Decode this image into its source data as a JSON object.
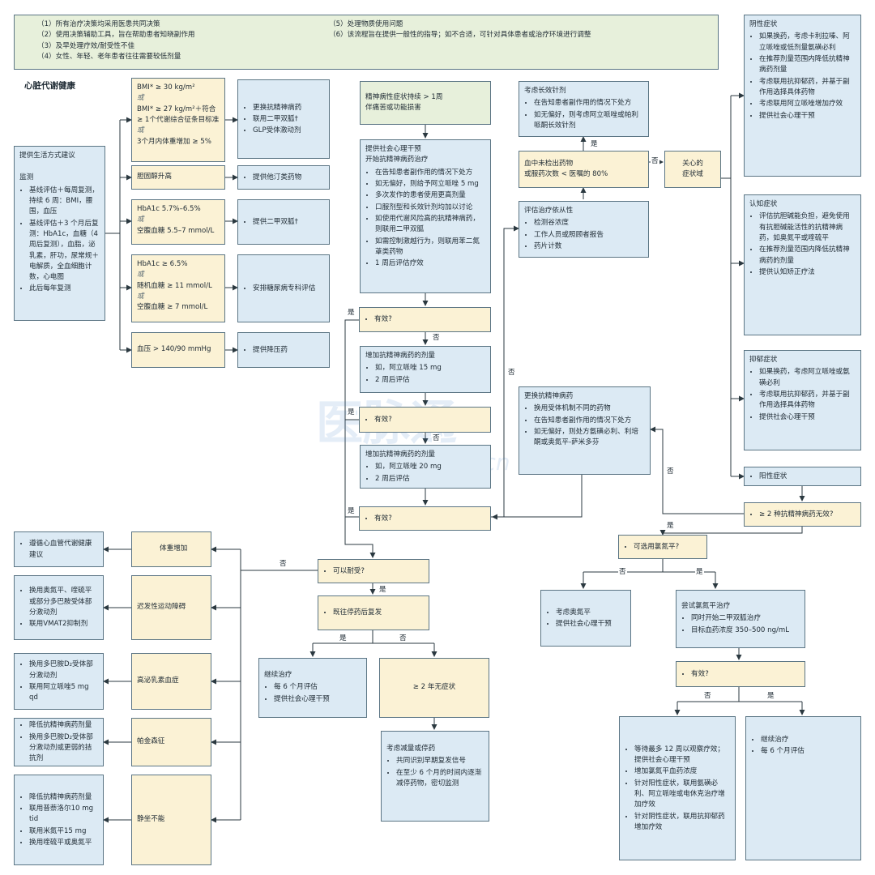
{
  "notes": {
    "left": [
      "（1）所有治疗决策均采用医患共同决策",
      "（2）使用决策辅助工具，旨在帮助患者知晓副作用",
      "（3）及早处理疗效/耐受性不佳",
      "（4）女性、年轻、老年患者往往需要较低剂量"
    ],
    "right": [
      "（5）处理物质使用问题",
      "（6）该流程旨在提供一般性的指导；如不合适，可针对具体患者或治疗环境进行调整"
    ]
  },
  "cardio": {
    "title": "心脏代谢健康",
    "lifestyle": {
      "head": "提供生活方式建议",
      "monitor": "监测",
      "items": [
        "基线评估＋每周复测，持续 6 周：BMI，腰围，血压",
        "基线评估＋3 个月后复测：HbA1c，血糖（4 周后复测），血脂，泌乳素，肝功，尿常规＋电解质，全血细胞计数，心电图",
        "此后每年复测"
      ]
    },
    "bmi": {
      "l1": "BMI* ≥ 30 kg/m²",
      "or": "或",
      "l2": "BMI* ≥ 27 kg/m²＋符合 ≥ 1个代谢综合征条目标准",
      "l3": "3个月内体重增加 ≥ 5%"
    },
    "bmi_action": [
      "更换抗精神病药",
      "联用二甲双胍†",
      "GLP受体激动剂"
    ],
    "chol": "胆固醇升高",
    "chol_action": "提供他汀类药物",
    "hba_mid": {
      "l1": "HbA1c 5.7%–6.5%",
      "or": "或",
      "l2": "空腹血糖 5.5–7 mmol/L"
    },
    "hba_mid_action": "提供二甲双胍†",
    "hba_high": {
      "l1": "HbA1c ≥ 6.5%",
      "or": "或",
      "l2": "随机血糖 ≥ 11 mmol/L",
      "l3": "空腹血糖 ≥ 7 mmol/L"
    },
    "hba_high_action": "安排糖尿病专科评估",
    "bp": "血压 > 140/90 mmHg",
    "bp_action": "提供降压药"
  },
  "main": {
    "start": [
      "精神病性症状持续 > 1周",
      "伴痛苦或功能损害"
    ],
    "init": {
      "h1": "提供社会心理干预",
      "h2": "开始抗精神病药治疗",
      "items": [
        "在告知患者副作用的情况下处方",
        "如无偏好，则给予阿立哌唑 5 mg",
        "多次发作的患者使用更高剂量",
        "口服剂型和长效针剂均加以讨论",
        "如使用代谢风险高的抗精神病药，则联用二甲双胍",
        "如需控制激越行为，则联用苯二氮䓬类药物",
        "1 周后评估疗效"
      ]
    },
    "eff": "有效?",
    "inc1": {
      "h": "增加抗精神病药的剂量",
      "items": [
        "如，阿立哌唑 15 mg",
        "2 周后评估"
      ]
    },
    "inc2": {
      "h": "增加抗精神病药的剂量",
      "items": [
        "如，阿立哌唑 20 mg",
        "2 周后评估"
      ]
    },
    "tol": "可以耐受?",
    "relapse": "既往停药后复发",
    "continue": {
      "h": "继续治疗",
      "items": [
        "每 6 个月评估",
        "提供社会心理干预"
      ]
    },
    "twoyear": "≥ 2 年无症状",
    "taper": {
      "h": "考虑减量或停药",
      "items": [
        "共同识别早期复发信号",
        "在至少 6 个月的时间内逐渐减停药物，密切监测"
      ]
    }
  },
  "lai": {
    "h": "考虑长效针剂",
    "items": [
      "在告知患者副作用的情况下处方",
      "如无偏好，则考虑阿立哌唑或帕利哌酮长效针剂"
    ]
  },
  "level": {
    "l1": "血中未检出药物",
    "l2": "或服药次数 < 医嘱的 80%"
  },
  "adherence": {
    "h": "评估治疗依从性",
    "items": [
      "检测谷浓度",
      "工作人员或照顾者报告",
      "药片计数"
    ]
  },
  "concern": {
    "l1": "关心的",
    "l2": "症状域"
  },
  "switch": {
    "h": "更换抗精神病药",
    "items": [
      "换用受体机制不同的药物",
      "在告知患者副作用的情况下处方",
      "如无偏好，则处方氨磺必利、利培酮或奥氮平-萨米多芬"
    ]
  },
  "domains": {
    "neg": {
      "h": "阴性症状",
      "items": [
        "如果换药，考虑卡利拉嗪、阿立哌唑或低剂量氨磺必利",
        "在推荐剂量范围内降低抗精神病药剂量",
        "考虑联用抗抑郁药，并基于副作用选择具体药物",
        "考虑联用阿立哌唑增加疗效",
        "提供社会心理干预"
      ]
    },
    "cog": {
      "h": "认知症状",
      "items": [
        "评估抗胆碱能负担，避免使用有抗胆碱能活性的抗精神病药，如奥氮平或喹硫平",
        "在推荐剂量范围内降低抗精神病药的剂量",
        "提供认知矫正疗法"
      ]
    },
    "dep": {
      "h": "抑郁症状",
      "items": [
        "如果换药，考虑阿立哌唑或氨磺必利",
        "考虑联用抗抑郁药，并基于副作用选择具体药物",
        "提供社会心理干预"
      ]
    },
    "pos": "阳性症状"
  },
  "tr": {
    "fail": "≥ 2 种抗精神病药无效?",
    "cloz_q": "可选用氯氮平?",
    "olz": {
      "items": [
        "考虑奥氮平",
        "提供社会心理干预"
      ]
    },
    "trial": {
      "h": "尝试氯氮平治疗",
      "items": [
        "同时开始二甲双胍治疗",
        "目标血药浓度 350–500 ng/mL"
      ]
    },
    "eff": "有效?",
    "no_resp": {
      "items": [
        "等待最多 12 周以观察疗效；提供社会心理干预",
        "增加氯氮平血药浓度",
        "针对阳性症状，联用氨磺必利、阿立哌唑或电休克治疗增加疗效",
        "针对阴性症状，联用抗抑郁药增加疗效"
      ]
    },
    "resp": {
      "items": [
        "继续治疗",
        "每 6 个月评估"
      ]
    }
  },
  "se": [
    {
      "label": "体重增加",
      "items": [
        "遵循心血管代谢健康建议"
      ]
    },
    {
      "label": "迟发性运动障碍",
      "items": [
        "换用奥氮平、喹硫平或部分多巴胺受体部分激动剂",
        "联用VMAT2抑制剂"
      ]
    },
    {
      "label": "高泌乳素血症",
      "items": [
        "换用多巴胺D₂受体部分激动剂",
        "联用阿立哌唑5 mg qd"
      ]
    },
    {
      "label": "帕金森征",
      "items": [
        "降低抗精神病药剂量",
        "换用多巴胺D₂受体部分激动剂或更弱的拮抗剂"
      ]
    },
    {
      "label": "静坐不能",
      "items": [
        "降低抗精神病药剂量",
        "联用普萘洛尔10 mg tid",
        "联用米氮平15 mg",
        "换用喹硫平或奥氮平"
      ]
    }
  ],
  "labels": {
    "yes": "是",
    "no": "否"
  },
  "watermark": {
    "l1": "医脉通",
    "l2": "medlive.cn"
  }
}
